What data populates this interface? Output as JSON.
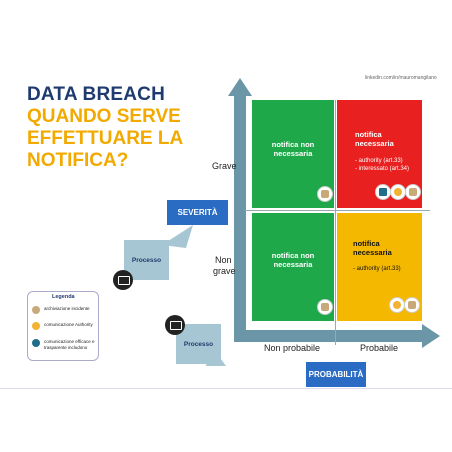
{
  "title": {
    "line1": "DATA BREACH",
    "line2": "QUANDO SERVE EFFETTUARE LA NOTIFICA?"
  },
  "credit": "linkedin.com/in/mauromangilano",
  "axes": {
    "y_label": "SEVERITÀ",
    "x_label": "PROBABILITÀ",
    "y_high": "Grave",
    "y_low_line1": "Non",
    "y_low_line2": "grave",
    "x_low": "Non probabile",
    "x_high": "Probabile"
  },
  "quadrants": {
    "top_left": {
      "title_1": "notifica non",
      "title_2": "necessaria",
      "color": "#1fa84a"
    },
    "top_right": {
      "title_1": "notifica",
      "title_2": "necessaria",
      "items": [
        "- authority (art.33)",
        "- interessato (art.34)"
      ],
      "color": "#e8201f"
    },
    "bottom_left": {
      "title_1": "notifica non",
      "title_2": "necessaria",
      "color": "#1fa84a"
    },
    "bottom_right": {
      "title_1": "notifica",
      "title_2": "necessaria",
      "items": [
        "- authority (art.33)"
      ],
      "color": "#f5b800"
    }
  },
  "process_label": "Processo",
  "legend": {
    "title": "Legenda",
    "items": [
      {
        "label": "archiviazione incidente",
        "icon": "archive-icon",
        "color": "#c8a979"
      },
      {
        "label": "comunicazione Authority",
        "icon": "authority-icon",
        "color": "#f2b233"
      },
      {
        "label": "comunicazione efficace e trasparente includono",
        "icon": "communication-icon",
        "color": "#1f6f8b"
      }
    ]
  }
}
